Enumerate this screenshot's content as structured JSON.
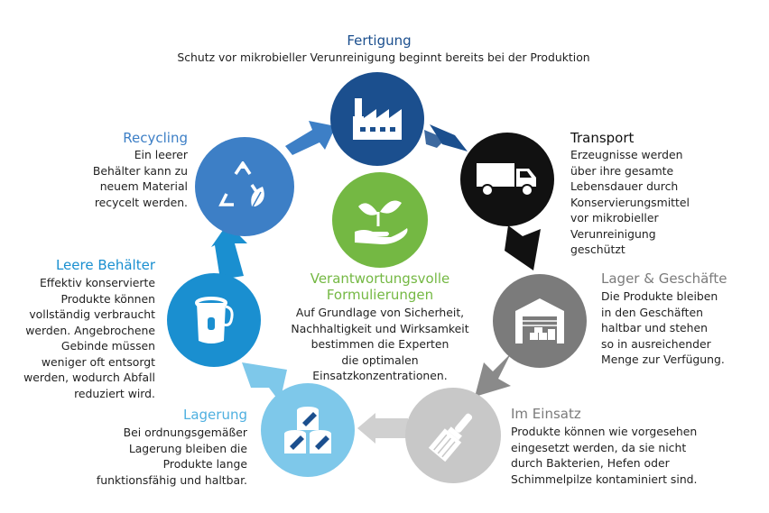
{
  "colors": {
    "fertigung": "#1b4f8e",
    "transport": "#111111",
    "lager": "#7b7b7b",
    "einsatz": "#c8c8c8",
    "lagerung": "#7ec8ea",
    "leere": "#1a8fd0",
    "recycling": "#3d7fc6",
    "center": "#74b843",
    "title_fertigung": "#1b4f8e",
    "title_recycling": "#3d7fc6",
    "title_leere": "#1a8fd0",
    "title_lagerung": "#4fb0e0",
    "title_lager": "#7b7b7b",
    "title_einsatz": "#7b7b7b",
    "title_center": "#74b843"
  },
  "fertigung": {
    "title": "Fertigung",
    "lines": [
      "Schutz vor mikrobieller Verunreinigung beginnt bereits bei der Produktion"
    ],
    "icon": "factory-icon"
  },
  "transport": {
    "title": "Transport",
    "lines": [
      "Erzeugnisse werden",
      "über ihre gesamte",
      "Lebensdauer durch",
      "Konservierungsmittel",
      "vor mikrobieller",
      "Verunreinigung",
      "geschützt"
    ],
    "icon": "truck-icon"
  },
  "lager": {
    "title": "Lager & Geschäfte",
    "lines": [
      "Die Produkte bleiben",
      "in den Geschäften",
      "haltbar und stehen",
      "so in ausreichender",
      "Menge zur Verfügung."
    ],
    "icon": "warehouse-icon"
  },
  "einsatz": {
    "title": "Im Einsatz",
    "lines": [
      "Produkte können wie vorgesehen",
      "eingesetzt werden, da sie nicht",
      "durch Bakterien, Hefen oder",
      "Schimmelpilze kontaminiert sind."
    ],
    "icon": "paintbrush-icon"
  },
  "lagerung": {
    "title": "Lagerung",
    "lines": [
      "Bei ordnungsgemäßer",
      "Lagerung bleiben die",
      "Produkte lange",
      "funktionsfähig und haltbar."
    ],
    "icon": "paint-cans-icon"
  },
  "leere": {
    "title": "Leere Behälter",
    "lines": [
      "Effektiv konservierte",
      "Produkte können",
      "vollständig verbraucht",
      "werden. Angebrochene",
      "Gebinde müssen",
      "weniger oft entsorgt",
      "werden, wodurch Abfall",
      "reduziert wird."
    ],
    "icon": "empty-can-icon"
  },
  "recycling": {
    "title": "Recycling",
    "lines": [
      "Ein leerer",
      "Behälter kann zu",
      "neuem Material",
      "recycelt werden."
    ],
    "icon": "recycle-icon"
  },
  "center": {
    "title_lines": [
      "Verantwortungsvolle",
      "Formulierungen"
    ],
    "lines": [
      "Auf Grundlage von Sicherheit,",
      "Nachhaltigkeit und Wirksamkeit",
      "bestimmen die Experten",
      "die optimalen",
      "Einsatzkonzentrationen."
    ],
    "icon": "plant-hand-icon"
  }
}
